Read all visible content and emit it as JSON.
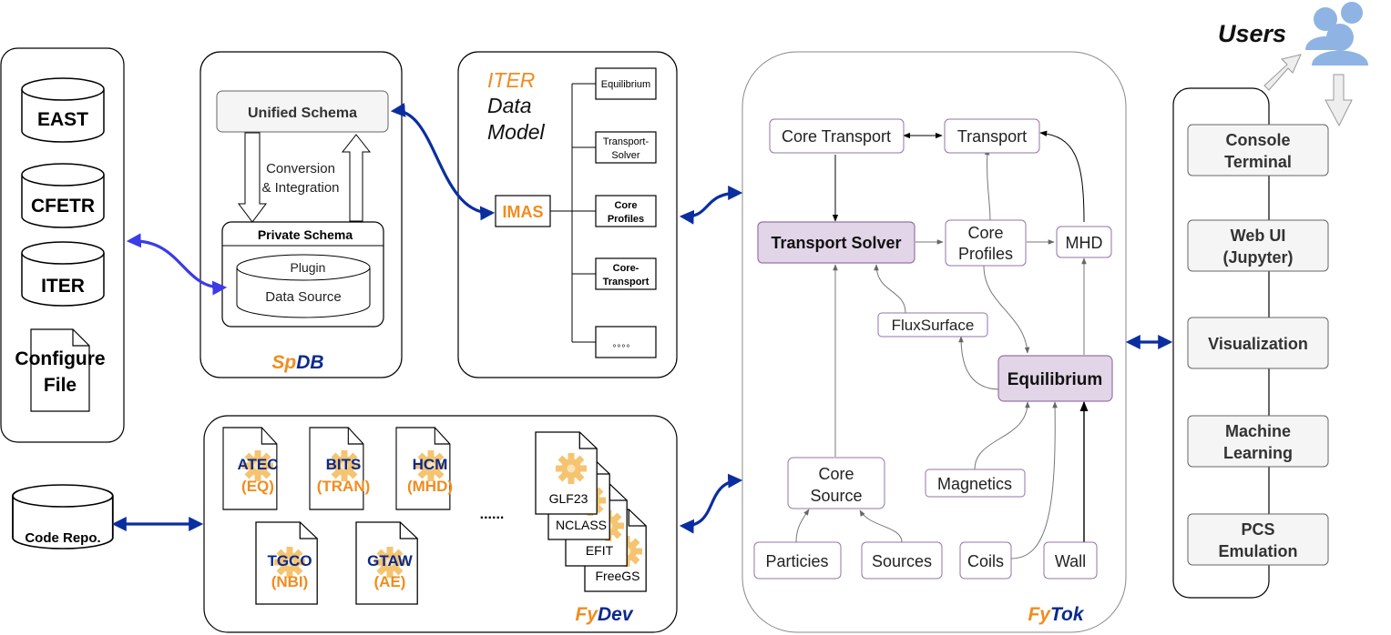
{
  "sources": [
    "EAST",
    "CFETR",
    "ITER"
  ],
  "configure_file": [
    "Configure",
    "File"
  ],
  "code_repo": "Code Repo.",
  "spdb": {
    "unified_schema": "Unified Schema",
    "conversion": [
      "Conversion",
      "& Integration"
    ],
    "private_schema": "Private Schema",
    "plugin": "Plugin",
    "data_source": "Data Source",
    "title_a": "Sp",
    "title_b": "DB"
  },
  "iter_model": {
    "title_lines": [
      "ITER",
      "Data",
      "Model"
    ],
    "imas": "IMAS",
    "items": [
      [
        "Equilibrium"
      ],
      [
        "Transport-",
        "Solver"
      ],
      [
        "Core",
        "Profiles"
      ],
      [
        "Core-",
        "Transport"
      ],
      [
        "。。。。"
      ]
    ]
  },
  "fydev": {
    "modules": [
      {
        "name": "ATEC",
        "tag": "(EQ)"
      },
      {
        "name": "BITS",
        "tag": "(TRAN)"
      },
      {
        "name": "HCM",
        "tag": "(MHD)"
      },
      {
        "name": "TGCO",
        "tag": "(NBI)"
      },
      {
        "name": "GTAW",
        "tag": "(AE)"
      }
    ],
    "ellipsis": "......",
    "stack": [
      "GLF23",
      "NCLASS",
      "EFIT",
      "FreeGS"
    ],
    "title_a": "Fy",
    "title_b": "Dev"
  },
  "fytok": {
    "core_transport": "Core Transport",
    "transport": "Transport",
    "transport_solver": "Transport Solver",
    "core_profiles": [
      "Core",
      "Profiles"
    ],
    "mhd": "MHD",
    "flux_surface": "FluxSurface",
    "equilibrium": "Equilibrium",
    "core_source": [
      "Core",
      "Source"
    ],
    "magnetics": "Magnetics",
    "particles": "Particies",
    "sources": "Sources",
    "coils": "Coils",
    "wall": "Wall",
    "title_a": "Fy",
    "title_b": "Tok"
  },
  "users": {
    "label": "Users",
    "items": [
      [
        "Console",
        "Terminal"
      ],
      [
        "Web UI",
        "(Jupyter)"
      ],
      [
        "Visualization"
      ],
      [
        "Machine",
        "Learning"
      ],
      [
        "PCS",
        "Emulation"
      ]
    ]
  },
  "colors": {
    "orange": "#f08c1e",
    "navy": "#0a2a8c",
    "purple_fill": "#e1d5e7",
    "users_icon": "#8fb4e3"
  }
}
